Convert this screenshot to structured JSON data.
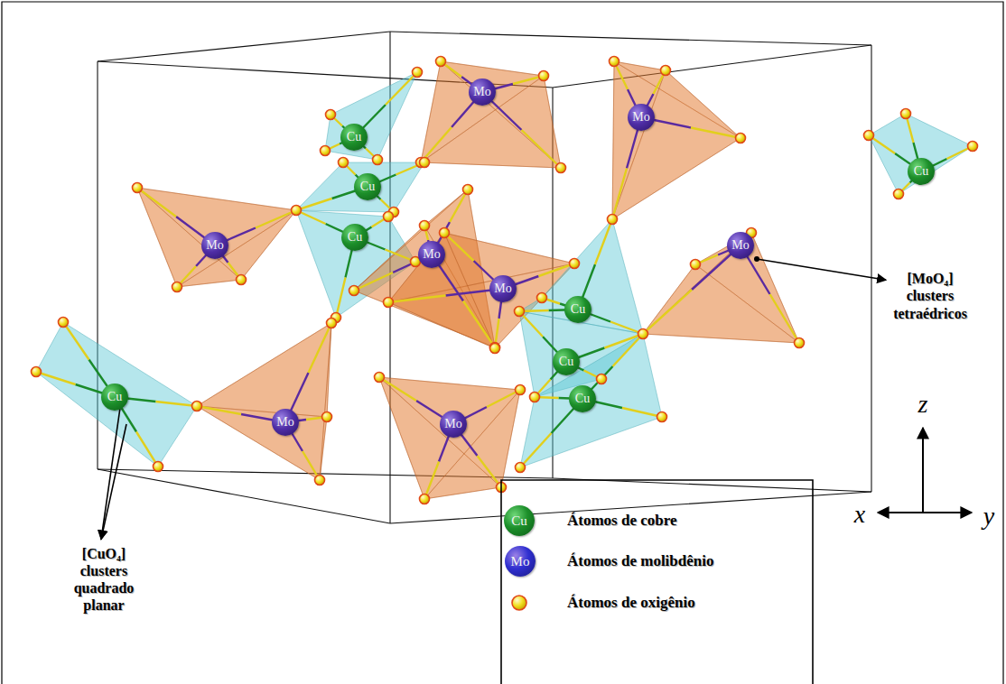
{
  "diagram": {
    "nodes": [
      {
        "text": [
          "Mo"
        ]
      },
      {
        "text": [
          "Mo"
        ]
      },
      {
        "text": [
          "Cu"
        ]
      },
      {
        "text": [
          "Cu"
        ]
      },
      {
        "text": [
          "Cu"
        ]
      },
      {
        "text": [
          "Cu"
        ]
      },
      {
        "text": [
          "Mo"
        ]
      },
      {
        "text": [
          "Mo"
        ]
      },
      {
        "text": [
          "Mo"
        ]
      },
      {
        "text": [
          "Mo"
        ]
      },
      {
        "text": [
          "Cu"
        ]
      },
      {
        "text": [
          "Cu"
        ]
      },
      {
        "text": [
          "Cu"
        ]
      },
      {
        "text": [
          "Cu"
        ]
      },
      {
        "text": [
          "Mo"
        ]
      },
      {
        "text": [
          "Mo"
        ]
      }
    ],
    "labels": [
      "[MoO₄] clusters tetraédricos",
      "[CuO₄] clusters quadrado planar",
      "z",
      "x",
      "y",
      "Cu",
      "Mo"
    ],
    "legend": [
      {
        "text": "Átomos de cobre"
      },
      {
        "text": "Átomos de molibdênio"
      },
      {
        "text": "Átomos de oxigênio"
      }
    ]
  }
}
